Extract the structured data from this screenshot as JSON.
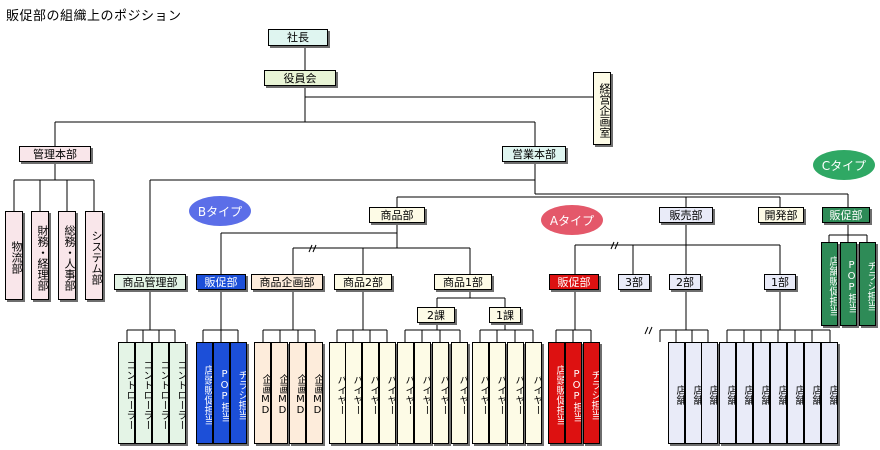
{
  "title": "販促部の組織上のポジション",
  "top": {
    "president": "社長",
    "board": "役員会",
    "planning": "経営企画室"
  },
  "divisions": {
    "admin": "管理本部",
    "sales": "営業本部"
  },
  "admin_depts": [
    "物流部",
    "財務・経理部",
    "総務・人事部",
    "システム部"
  ],
  "mid_depts": {
    "merch": "商品部",
    "sales_dept": "販売部",
    "dev": "開発部",
    "promo_c": "販促部"
  },
  "types": {
    "a": "Aタイプ",
    "b": "Bタイプ",
    "c": "Cタイプ"
  },
  "third_level": {
    "merch_mgmt": "商品管理部",
    "promo_b": "販促部",
    "merch_plan": "商品企画部",
    "merch2": "商品2部",
    "merch1": "商品1部",
    "promo_a": "販促部",
    "dept3": "3部",
    "dept2": "2部",
    "dept1": "1部"
  },
  "sections": {
    "sec2": "2課",
    "sec1": "1課"
  },
  "c_staff": [
    "店舗販促担当",
    "POP担当",
    "チラシ担当"
  ],
  "leaves": {
    "controller": "コントローラー",
    "store_promo": "店頭販促担当",
    "pop": "POP担当",
    "flyer": "チラシ担当",
    "planning_md": "企画MD",
    "buyer": "バイヤー",
    "store": "店舗"
  },
  "colors": {
    "blue": "#1c4fd8",
    "red": "#dd1111",
    "green": "#2e8b57",
    "badge_blue": "#5b6ee8",
    "badge_red": "#e4586a",
    "badge_green": "#2fa864"
  }
}
